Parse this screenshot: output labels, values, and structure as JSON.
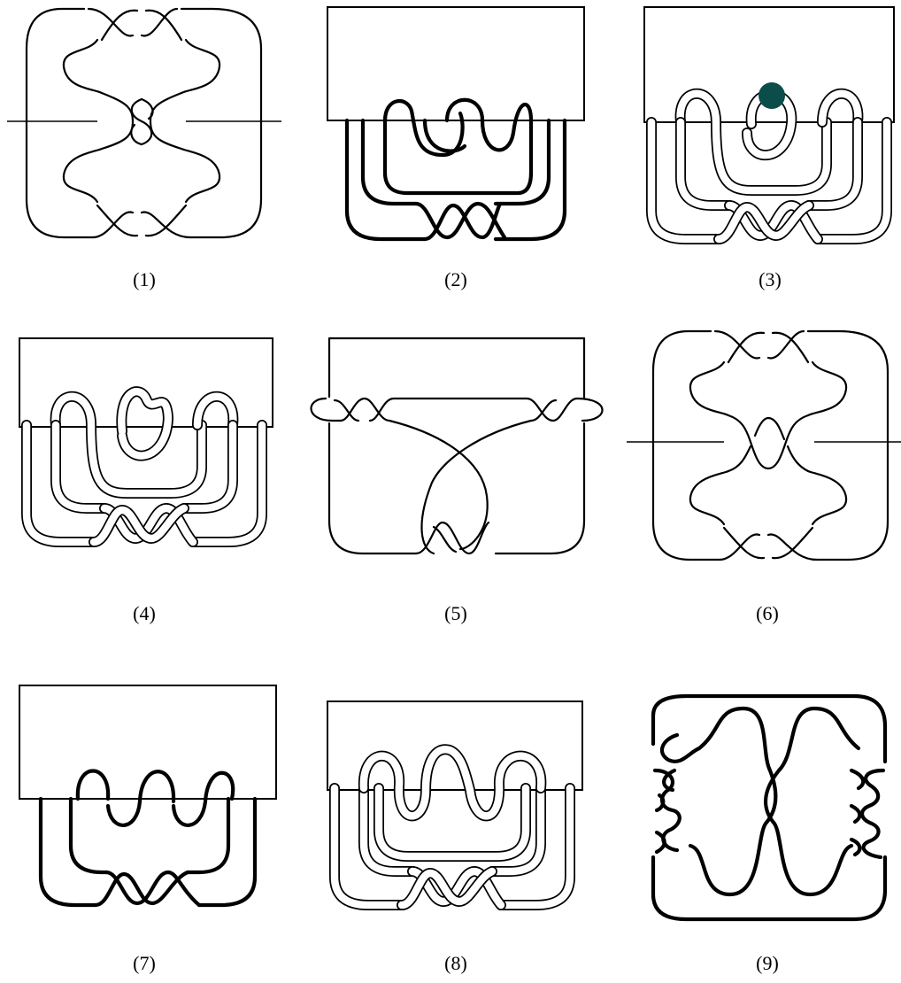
{
  "labels": {
    "p1": "(1)",
    "p2": "(2)",
    "p3": "(3)",
    "p4": "(4)",
    "p5": "(5)",
    "p6": "(6)",
    "p7": "(7)",
    "p8": "(8)",
    "p9": "(9)"
  },
  "colors": {
    "stroke": "#000000",
    "marker": "#0b4d4a",
    "background": "#ffffff"
  }
}
